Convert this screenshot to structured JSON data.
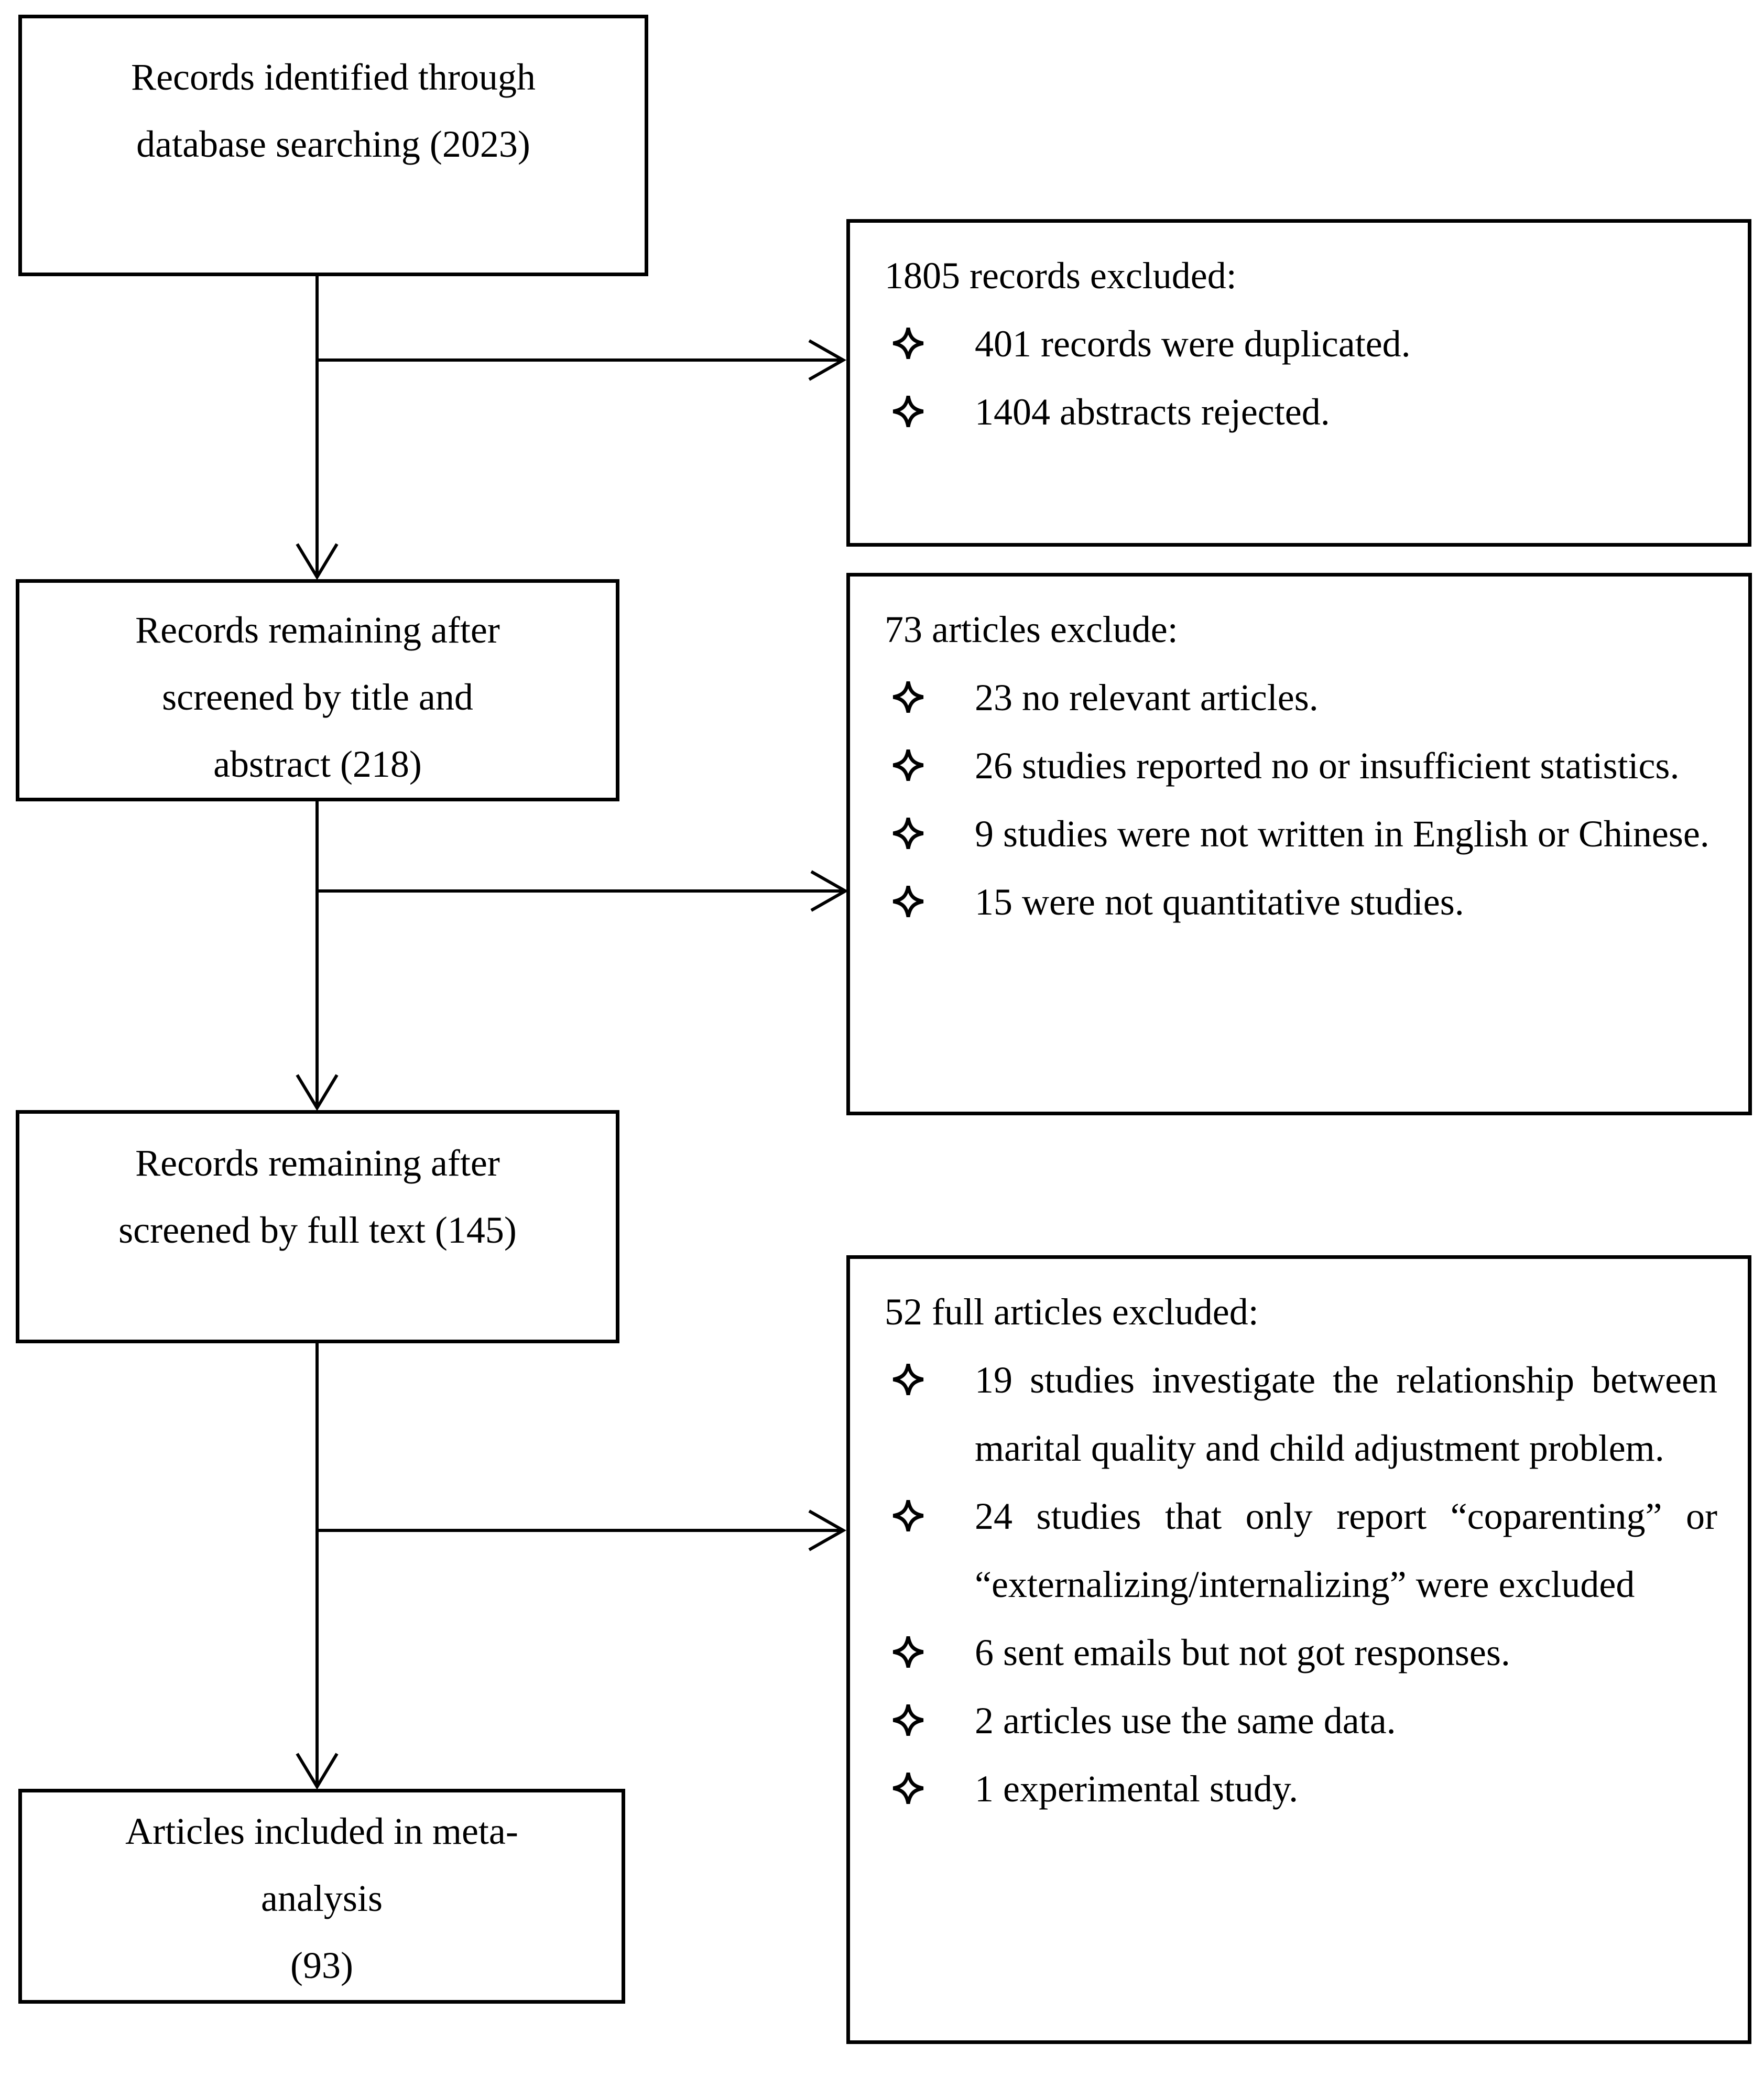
{
  "figure": {
    "type": "prisma-flow-diagram",
    "background_color": "#ffffff",
    "line_color": "#000000",
    "text_color": "#000000"
  },
  "icons": {
    "bullet": "four-pointed-star"
  },
  "left_boxes": [
    {
      "name": "records-identified",
      "lines": [
        "Records identified through",
        "database searching (2023)"
      ]
    },
    {
      "name": "records-after-title-abstract-screen",
      "lines": [
        "Records remaining after",
        "screened by title and",
        "abstract (218)"
      ]
    },
    {
      "name": "records-after-full-text-screen",
      "lines": [
        "Records remaining after",
        "screened by full text (145)"
      ]
    },
    {
      "name": "articles-included",
      "lines": [
        "Articles included in meta-",
        "analysis",
        "(93)"
      ]
    }
  ],
  "right_boxes": [
    {
      "name": "records-excluded",
      "title": "1805 records excluded:",
      "items": [
        "401 records were duplicated.",
        "1404 abstracts rejected."
      ]
    },
    {
      "name": "articles-excluded-after-title-abstract",
      "title": "73 articles exclude:",
      "items": [
        "23 no relevant articles.",
        "26 studies reported no or insufficient statistics.",
        "9 studies were not written in English or Chinese.",
        "15 were not quantitative studies."
      ]
    },
    {
      "name": "full-articles-excluded",
      "title": "52 full articles excluded:",
      "items": [
        "19 studies investigate the relationship between marital quality and child adjustment problem.",
        "24 studies that only report “coparenting” or “externalizing/internalizing” were excluded",
        "6 sent emails but not got responses.",
        "2 articles use the same data.",
        "1 experimental study."
      ]
    }
  ]
}
